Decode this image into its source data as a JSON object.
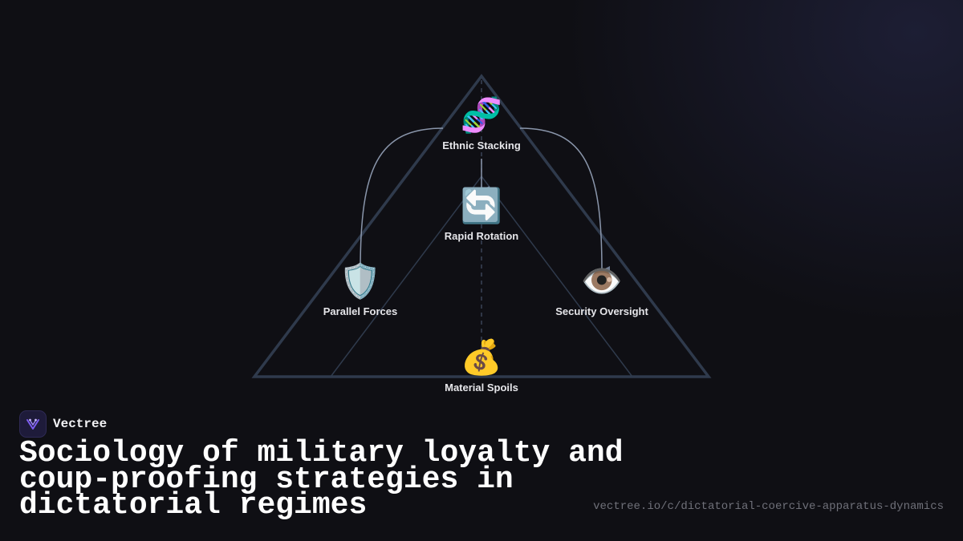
{
  "brand": {
    "name": "Vectree",
    "logo_icon": "vectree-logo-icon",
    "logo_color": "#7c5cf0"
  },
  "title": "Sociology of military loyalty and coup-proofing strategies in dictatorial regimes",
  "url": "vectree.io/c/dictatorial-coercive-apparatus-dynamics",
  "diagram": {
    "nodes": {
      "ethnic_stacking": {
        "emoji": "🧬",
        "icon": "dna-icon",
        "label": "Ethnic Stacking"
      },
      "rapid_rotation": {
        "emoji": "🔄",
        "icon": "rotation-arrows-icon",
        "label": "Rapid Rotation"
      },
      "parallel_forces": {
        "emoji": "🛡️",
        "icon": "shield-icon",
        "label": "Parallel Forces"
      },
      "security_oversight": {
        "emoji": "👁️",
        "icon": "eye-icon",
        "label": "Security Oversight"
      },
      "material_spoils": {
        "emoji": "💰",
        "icon": "money-bag-icon",
        "label": "Material Spoils"
      }
    },
    "edges": [
      {
        "from": "Ethnic Stacking",
        "to": "Rapid Rotation"
      },
      {
        "from": "Ethnic Stacking",
        "to": "Parallel Forces"
      },
      {
        "from": "Ethnic Stacking",
        "to": "Security Oversight"
      }
    ],
    "colors": {
      "triangle_stroke": "#2f3a4c",
      "connector_stroke": "#8a96ab",
      "label_text": "#e6e6ea"
    }
  }
}
